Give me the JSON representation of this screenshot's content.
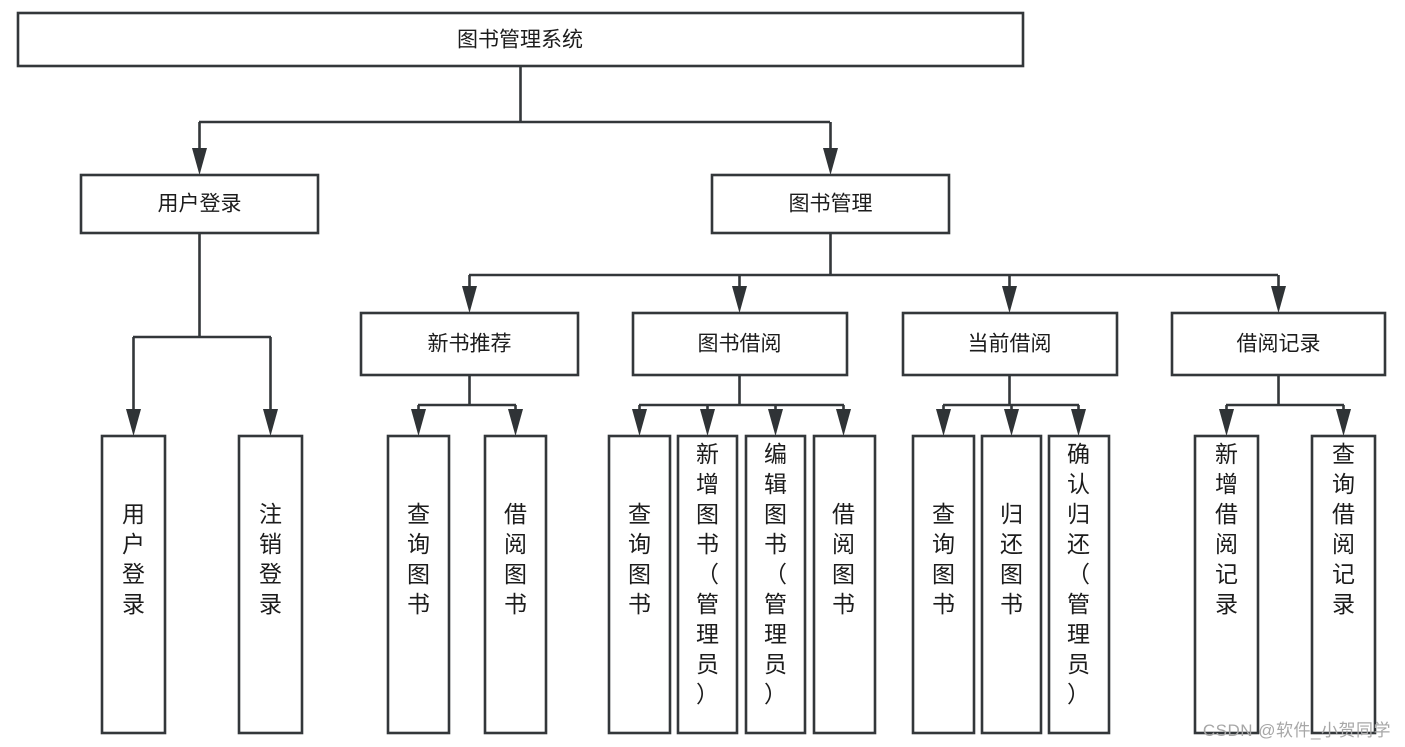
{
  "diagram": {
    "type": "tree-hierarchy",
    "title": "图书管理系统",
    "orientation": "top-down",
    "colors": {
      "box_fill": "#ffffff",
      "box_stroke": "#33373a",
      "text": "#1c1c1c",
      "watermark": "#a7a7a7"
    },
    "root": {
      "id": "root",
      "label": "图书管理系统",
      "orient": "horizontal"
    },
    "level1": [
      {
        "id": "user-login",
        "label": "用户登录",
        "orient": "horizontal"
      },
      {
        "id": "book-manage",
        "label": "图书管理",
        "orient": "horizontal"
      }
    ],
    "level2": [
      {
        "id": "new-book-recommend",
        "label": "新书推荐",
        "orient": "horizontal",
        "parent": "book-manage"
      },
      {
        "id": "book-borrow",
        "label": "图书借阅",
        "orient": "horizontal",
        "parent": "book-manage"
      },
      {
        "id": "current-borrow",
        "label": "当前借阅",
        "orient": "horizontal",
        "parent": "book-manage"
      },
      {
        "id": "borrow-record",
        "label": "借阅记录",
        "orient": "horizontal",
        "parent": "book-manage"
      }
    ],
    "leaves": [
      {
        "id": "leaf-user-login",
        "label": "用户登录",
        "orient": "vertical",
        "parent": "user-login"
      },
      {
        "id": "leaf-user-logout",
        "label": "注销登录",
        "orient": "vertical",
        "parent": "user-login"
      },
      {
        "id": "leaf-query-book-1",
        "label": "查询图书",
        "orient": "vertical",
        "parent": "new-book-recommend"
      },
      {
        "id": "leaf-borrow-book-1",
        "label": "借阅图书",
        "orient": "vertical",
        "parent": "new-book-recommend"
      },
      {
        "id": "leaf-query-book-2",
        "label": "查询图书",
        "orient": "vertical",
        "parent": "book-borrow"
      },
      {
        "id": "leaf-add-book",
        "label": "新增图书（管理员）",
        "orient": "vertical",
        "parent": "book-borrow"
      },
      {
        "id": "leaf-edit-book",
        "label": "编辑图书（管理员）",
        "orient": "vertical",
        "parent": "book-borrow"
      },
      {
        "id": "leaf-borrow-book-2",
        "label": "借阅图书",
        "orient": "vertical",
        "parent": "book-borrow"
      },
      {
        "id": "leaf-query-book-3",
        "label": "查询图书",
        "orient": "vertical",
        "parent": "current-borrow"
      },
      {
        "id": "leaf-return-book",
        "label": "归还图书",
        "orient": "vertical",
        "parent": "current-borrow"
      },
      {
        "id": "leaf-confirm-return",
        "label": "确认归还（管理员）",
        "orient": "vertical",
        "parent": "current-borrow"
      },
      {
        "id": "leaf-add-record",
        "label": "新增借阅记录",
        "orient": "vertical",
        "parent": "borrow-record"
      },
      {
        "id": "leaf-query-record",
        "label": "查询借阅记录",
        "orient": "vertical",
        "parent": "borrow-record"
      }
    ]
  },
  "watermark": {
    "text": "CSDN @软件_小贺同学"
  }
}
